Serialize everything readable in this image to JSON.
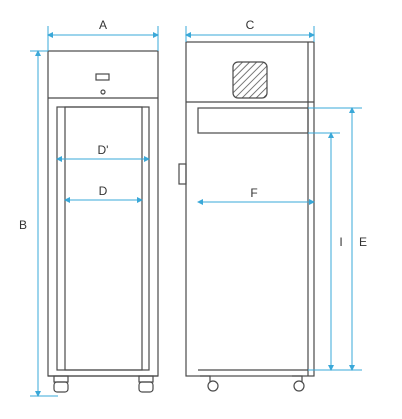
{
  "colors": {
    "outline": "#4a4a4a",
    "dimension": "#3aa8d8",
    "hatch": "#555555"
  },
  "labels": {
    "a": "A",
    "b": "B",
    "c": "C",
    "d": "D",
    "d_prime": "D'",
    "e": "E",
    "f": "F",
    "i": "I"
  }
}
